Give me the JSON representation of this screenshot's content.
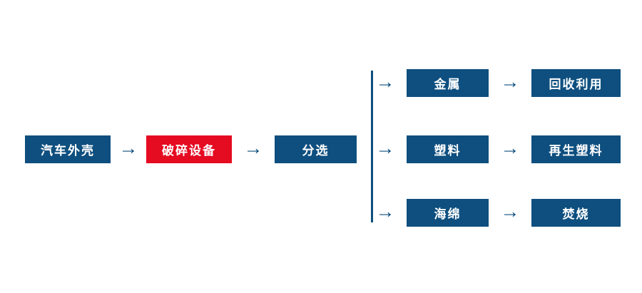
{
  "diagram": {
    "type": "flowchart",
    "main_flow": {
      "source": {
        "label": "汽车外壳"
      },
      "crusher": {
        "label": "破碎设备"
      },
      "sorting": {
        "label": "分选"
      }
    },
    "branches": [
      {
        "material": "金属",
        "result": "回收利用"
      },
      {
        "material": "塑料",
        "result": "再生塑料"
      },
      {
        "material": "海绵",
        "result": "焚烧"
      }
    ],
    "colors": {
      "node_blue": "#0e4f7f",
      "node_highlight_red": "#e50b21",
      "node_text": "#ffffff",
      "arrow": "#0e4f7f",
      "connector_line": "#0e4f7f",
      "background": "#ffffff"
    },
    "icons": {
      "arrow_right": "→"
    }
  }
}
